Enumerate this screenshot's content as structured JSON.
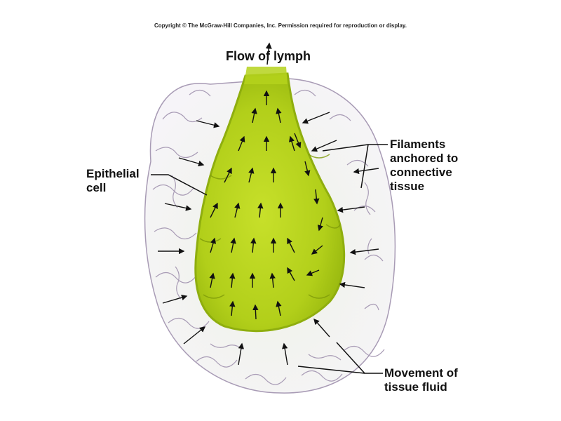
{
  "copyright": "Copyright © The McGraw-Hill Companies, Inc. Permission required for reproduction or display.",
  "labels": {
    "flow": "Flow of lymph",
    "epithelial_line1": "Epithelial",
    "epithelial_line2": "cell",
    "filaments_line1": "Filaments",
    "filaments_line2": "anchored to",
    "filaments_line3": "connective",
    "filaments_line4": "tissue",
    "movement_line1": "Movement of",
    "movement_line2": "tissue fluid"
  },
  "colors": {
    "lymph": "#b5d21c",
    "lymph_dark": "#8fae0e",
    "tissue_outline": "#a89bb5",
    "arrow": "#111111"
  }
}
